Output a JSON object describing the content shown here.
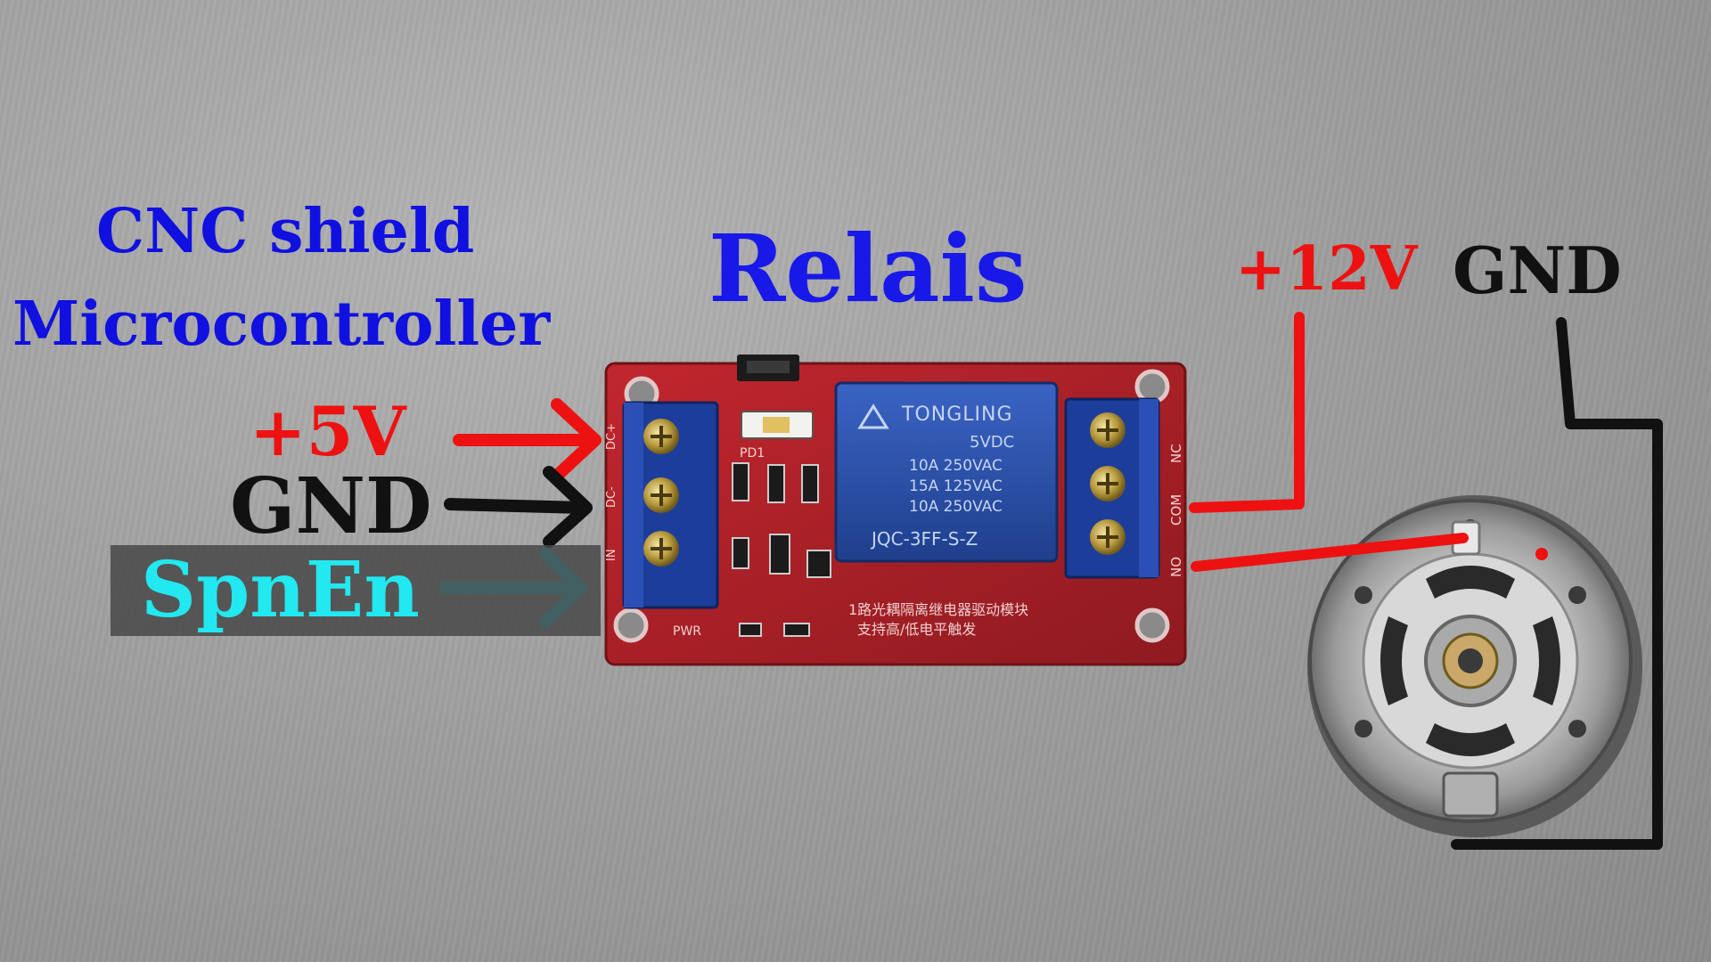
{
  "labels": {
    "controller_line1": "CNC shield",
    "controller_line2": "Microcontroller",
    "relay_title": "Relais",
    "input_5v": "+5V",
    "input_gnd": "GND",
    "input_spnen": "SpnEn",
    "supply_12v": "+12V",
    "supply_gnd": "GND"
  },
  "relay_module": {
    "relay_brand": "TONGLING",
    "relay_spec_1": "5VDC",
    "relay_spec_2": "10A 250VAC",
    "relay_spec_3": "15A 125VAC",
    "relay_spec_4": "10A 250VAC",
    "relay_model": "JQC-3FF-S-Z",
    "board_text_1": "1路光耦隔离继电器驱动模块",
    "board_text_2": "支持高/低电平触发",
    "pin_nc": "NC",
    "pin_com": "COM",
    "pin_no": "NO",
    "pin_dc_plus": "DC+",
    "pin_dc_minus": "DC-",
    "pin_in": "IN",
    "pwr_label": "PWR",
    "led_label": "PD1"
  },
  "colors": {
    "controller_text": "#1010e0",
    "relay_title": "#1818e8",
    "plus_5v": "#ee1111",
    "gnd": "#111111",
    "spnen": "#22e8f0",
    "plus_12v": "#ee1111",
    "wire_12v": "#ee1111",
    "wire_gnd": "#111111",
    "pcb": "#b2222a",
    "relay_body": "#2a4fa8",
    "terminal_blue": "#1d3d9a"
  }
}
